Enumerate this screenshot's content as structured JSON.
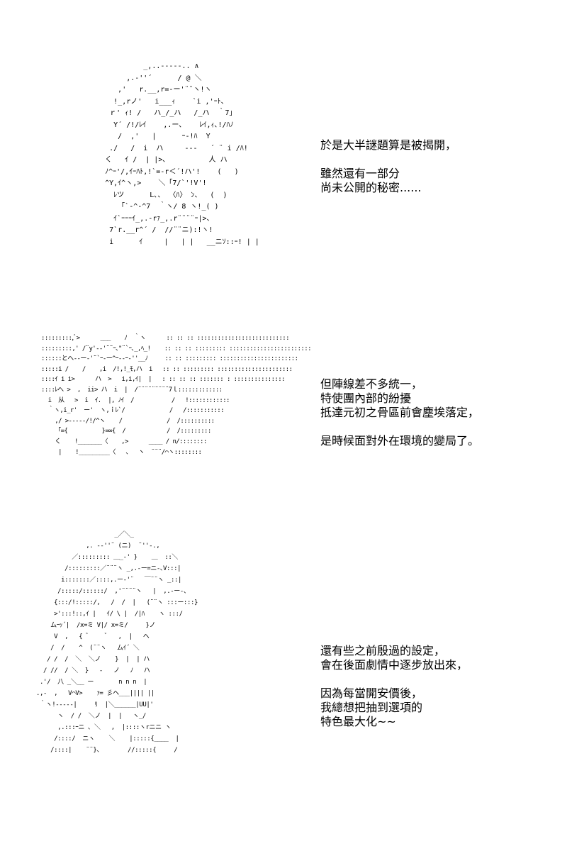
{
  "panels": [
    {
      "art": "               _,..-‐‐‐-.. ∧\n           ,.-''´      / @ ＼\n         ,'   r.__,r=-ー'¨¨ヽ!ヽ\n        !_,rノ'   i___ｨ    `i ,'ｰﾄ、\n       ｒ' ｨ! /   ハ_/_ハ   /_ハ  ｀7｣\n        Y´ /!/ﾚｲ    ,.ー､    ﾚｲ,ｨ､!/ﾊﾉ\n         /  ,'   |      ｰ-!ﾊ  Y\n       ./   /  i  ハ     ‐‐‐   ´ ¨ i /ﾊ!\n      く   ｲ /  | |>､          人 ハ\n      ﾉ^ｰ'/,ｲｰﾊﾄ,!`=-r＜´!ハ'!    (   )\n      ^Y,ｲ^ヽ,>    ＼「7/`'!V'!\n        ﾚツ      L､、 〈ﾊ〉 ﾝ、  (  )\n         「`-^-^7  ｀ヽ/ 8 ヽ!_( )\n        ｲ`ｰｰｰｲ_,.-rｧ_,.r¨¨¨¨ｰ|>、\n       7`r.__r^´ /  //¨¨ニ):!ヽ!\n       i      ｲ     |   | |   __ニｿ::ｰ! | |",
      "text_lines": [
        "於是大半謎題算是被揭開，",
        "",
        "雖然還有一部分",
        "尚未公開的秘密......"
      ]
    },
    {
      "art": ":::::::::,ﾞ>      ___    ﾉ  ｀ヽ      :: :: :: :::::::::::::::::::::::::::\n:::::::::,' /¨y'-‐'¨¨ｰ､\"¨`ｰ､_,ﾍ_!    :: :: :: ::::::::: ::::::::::::::::::::::::\n::::::とヘ-‐ー‐'¨`ｰ-ー^ｰ--ｰ-''__ﾉ     :: :: ::::::::: :::::::::::::::::::::::\n:::::i /    /    ,i  /!,!_ﾓ,ハ  i   :: :: ::::::::: ::::::::::::::::::::::\n::::ｲ i i>      ハ  >   i,i,ｲ|  |   : :: :: :: ::::::: : :::::::::::::::\n::::ﾚへ >  ,  ii> ハ  i  |  /¨¨¨¨¨¨¨¨¨7ｌ:::::::::::::\n  i  从   >  i  ｲ.  |, ﾉｲ  /           /   !::::::::::::\n  ｀ヽ,i_r'  ー'  ヽ,ｉﾚ`/             /   /:::::::::::\n    ,/ >-‐--‐/!/^ヽ    /             /  /::::::::::\n    「={          }=∞{  /            /  /:::::::::\n    く    !_______〈    ,>      ____ / n/::::::::\n     |    !_________〈   、  ヽ  ¨¨¨/⌒ヽ::::::::",
      "text_lines": [
        "但陣線差不多統一，",
        "特使團內部的紛擾",
        "抵達元初之骨區前會塵埃落定，",
        "",
        "是時候面對外在環境的變局了。"
      ]
    },
    {
      "art": "                       _／＼_\n               ,. -‐''¨ (ニ)  ¨''-.,\n           ／::::::::: ＿_-' }    ＿  ::＼\n         /:::::::::／¨¨¨ヽ _,.-ー=ニ-､V:::|\n        i:::::::／::::,.ー‐'¨   ￣¨¨ヽ _::|\n       /:::::/::::::/  ,'¨¨¨¨ヽ   |  ,.-ー-、\n      {:::/!:::::/,   /  /  |   (¨¨ヽ :::ー:::}\n      >':::!::,ｲ |   ｲ/ \\ |  /|ﾊ    ヽ :::/\n     ムｰｯ´|  /x=ミ V|/ x=ミ/     }ノ\n      V  ,   { ﾞ     ﾞ   ,  |   ヘ\n     /  /    ^  (¨¨ヽ   ムｲ´ ＼\n    / /  /  ＼  ＼ノ    }  |  | ハ\n   / //  / ＼  }   -   ノ   ﾉ   ハ\n  .'/  八 _＼__ ー       n n n  |\n .,-  ,   V⌒V>    ｧ= 彡ヘ___|||| ||\n  ｀ヽ!-----|     ﾘ  |＼______|UU|'\n       ヽ  / /  ＼ノ  |  |   ヽ_/\n       ,.:::ｰニ ､ ＼   ,  |::::ヽrニニ ヽ\n      /::::/  ニヽ    ＼    |:::::{____  |\n     /::::|    ¨¨}、       //:::::{     /",
      "text_lines": [
        "還有些之前殷過的設定，",
        "會在後面劇情中逐步放出來，",
        "",
        "因為每當開安價後，",
        "我總想把抽到選項的",
        "特色最大化~~"
      ]
    }
  ]
}
